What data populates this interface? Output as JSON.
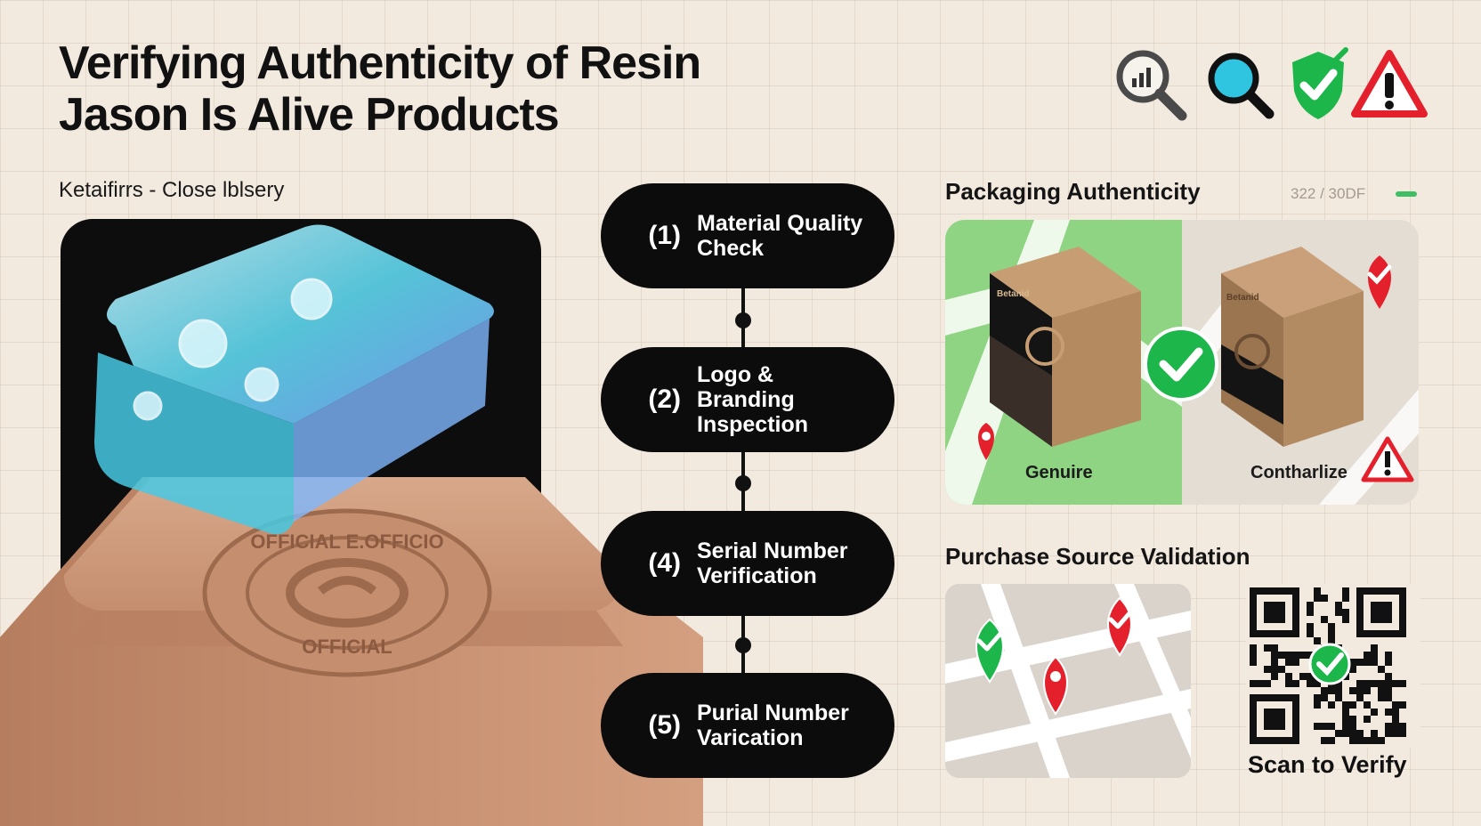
{
  "title": {
    "line1": "Verifying Authenticity of Resin",
    "line2": "Jason Is Alive Products"
  },
  "header_icons": [
    "magnifier-chart-icon",
    "search-icon",
    "check-shield-icon",
    "warning-icon"
  ],
  "left": {
    "label": "Ketaifirrs - Close lblsery",
    "stamp_top": "OFFICIAL E.OFFICIO",
    "stamp_bottom": "OFFICIAL"
  },
  "steps": [
    {
      "num": "(1)",
      "label_l1": "Material Quality",
      "label_l2": "Check"
    },
    {
      "num": "(2)",
      "label_l1": "Logo & Branding",
      "label_l2": "Inspection"
    },
    {
      "num": "(4)",
      "label_l1": "Serial Number",
      "label_l2": "Verification"
    },
    {
      "num": "(5)",
      "label_l1": "Purial Number",
      "label_l2": "Varication"
    }
  ],
  "packaging": {
    "title": "Packaging Authenticity",
    "meta": "322 / 30DF",
    "genuine_label": "Genuire",
    "counterfeit_label": "Contharlize",
    "box_brand_left": "Betanid",
    "box_brand_right": "Betanid"
  },
  "purchase": {
    "title": "Purchase Source Validation",
    "scan_label": "Scan to Verify"
  },
  "colors": {
    "accent_green": "#1db64a",
    "accent_red": "#e3202b",
    "pill": "#0c0c0c",
    "background": "#f2e9df"
  }
}
